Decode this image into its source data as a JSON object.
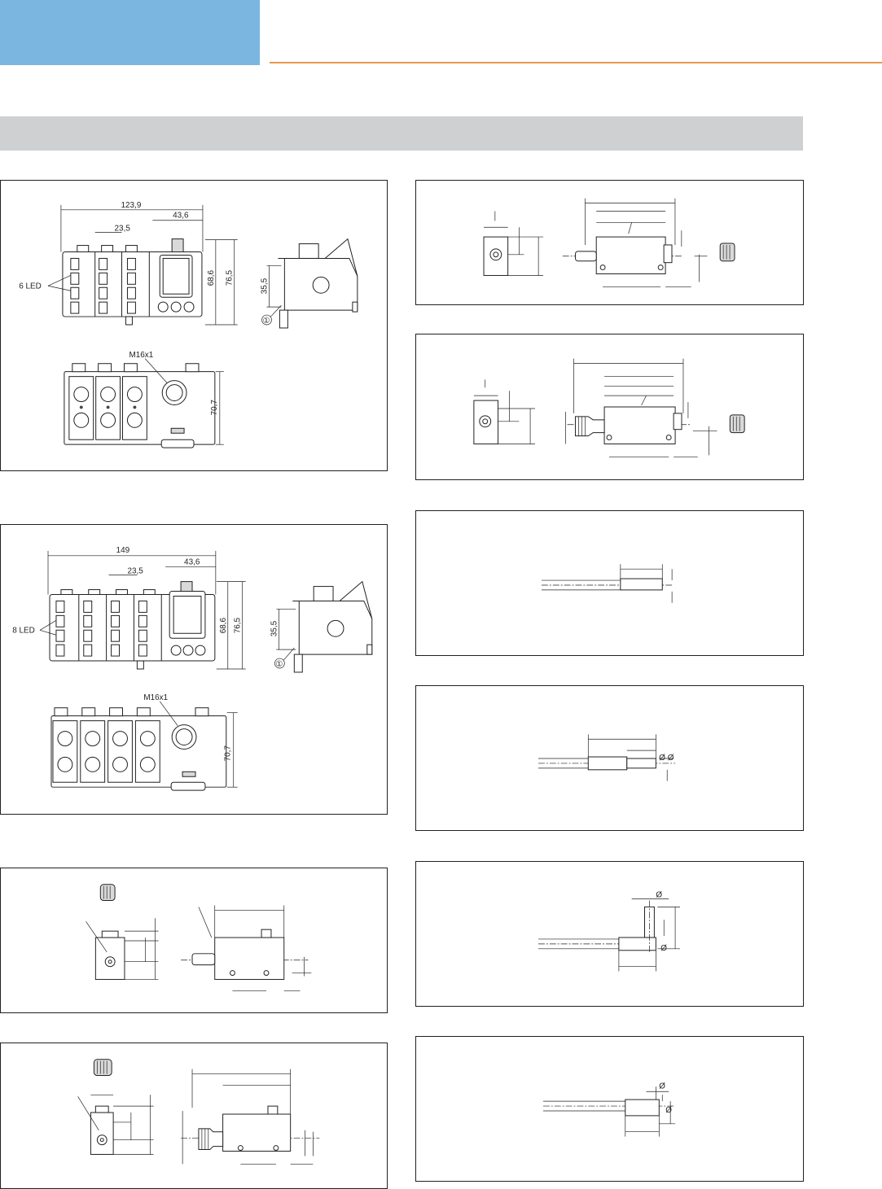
{
  "header": {
    "tab_color": "#7ab6e0",
    "rule_color": "#e8994a",
    "band_color": "#cfd0d2"
  },
  "panel_module6": {
    "dim_width": "123,9",
    "dim_pitch": "23,5",
    "dim_display": "43,6",
    "dim_h1": "68,6",
    "dim_h2": "76,5",
    "dim_rail": "35,5",
    "led_label": "6 LED",
    "connector": "M16x1",
    "dim_depth": "70,7",
    "callout": "①"
  },
  "panel_module8": {
    "dim_width": "149",
    "dim_pitch": "23,5",
    "dim_display": "43,6",
    "dim_h1": "68,6",
    "dim_h2": "76,5",
    "dim_rail": "35,5",
    "led_label": "8 LED",
    "connector": "M16x1",
    "dim_depth": "70,7",
    "callout": "①"
  },
  "panel_sleeve_c": {
    "diameter_symbol": "Ø Ø"
  },
  "panel_angled": {
    "diameter_symbol_top": "Ø",
    "diameter_symbol_side": "Ø"
  },
  "panel_straight": {
    "diameter_symbol_top": "Ø",
    "diameter_symbol_side": "Ø"
  }
}
